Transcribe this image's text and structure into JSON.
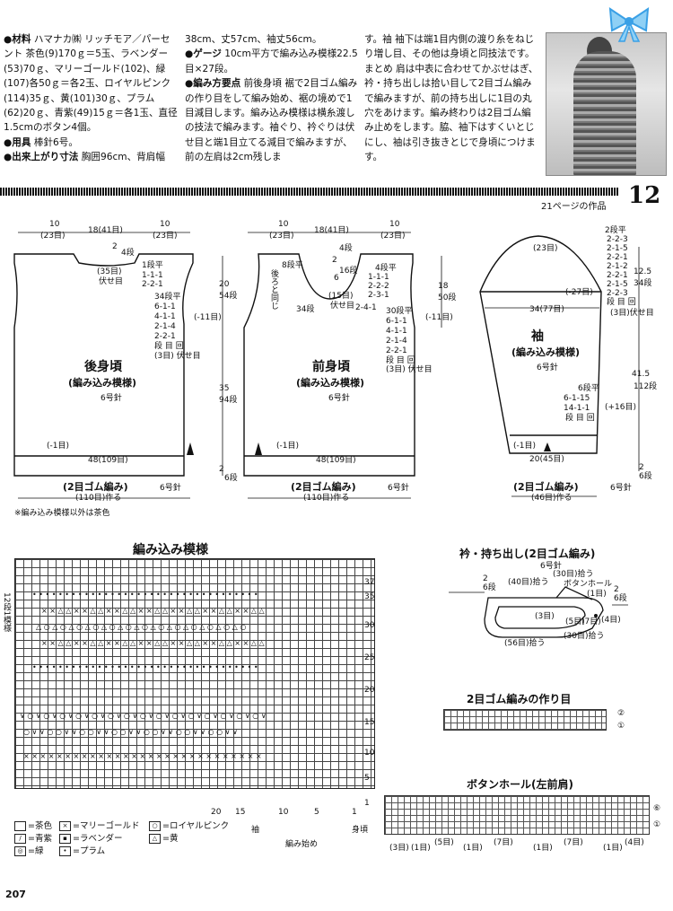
{
  "intro": {
    "col1": [
      {
        "label": "●材料",
        "text": "ハマナカ㈱ リッチモア／パーセント 茶色(9)170ｇ＝5玉、ラベンダー(53)70ｇ、マリーゴールド(102)、緑(107)各50ｇ＝各2玉、ロイヤルピンク(114)35ｇ、黄(101)30ｇ、プラム(62)20ｇ、青紫(49)15ｇ＝各1玉、直径1.5cmのボタン4個。"
      },
      {
        "label": "●用具",
        "text": "棒針6号。"
      },
      {
        "label": "●出来上がり寸法",
        "text": "胸囲96cm、背肩幅"
      }
    ],
    "col2": [
      {
        "label": "",
        "text": "38cm、丈57cm、袖丈56cm。"
      },
      {
        "label": "●ゲージ",
        "text": "10cm平方で編み込み模様22.5目×27段。"
      },
      {
        "label": "●編み方要点",
        "text": "前後身頃 裾で2目ゴム編みの作り目をして編み始め、裾の境めで1目減目します。編み込み模様は横糸渡しの技法で編みます。袖ぐり、衿ぐりは伏せ目と端1目立てる減目で編みますが、前の左肩は2cm残しま"
      }
    ],
    "col3": [
      {
        "label": "",
        "text": "す。袖 袖下は端1目内側の渡り糸をねじり増し目、その他は身頃と同技法です。まとめ 肩は中表に合わせてかぶせはぎ、衿・持ち出しは拾い目して2目ゴム編みで編みますが、前の持ち出しに1目の丸穴をあけます。編み終わりは2目ゴム編み止めをします。脇、袖下はすくいとじにし、袖は引き抜きとじで身頃につけます。"
      }
    ]
  },
  "page_number": "12",
  "page_ref": "21ページの作品",
  "footer_page": "207",
  "back": {
    "title": "後身頃",
    "pattern": "(編み込み模様)",
    "needle": "6号針",
    "top_dims": [
      "10",
      "(23目)",
      "18(41目)",
      "10",
      "(23目)"
    ],
    "neck": [
      "2",
      "4段",
      "(35目)",
      "伏せ目",
      "1段平",
      "1-1-1",
      "2-2-1"
    ],
    "armhole": [
      "34段平",
      "6-1-1",
      "4-1-1",
      "2-1-4",
      "2-2-1",
      "段 目 回",
      "(3目) 伏せ目"
    ],
    "side_dims": [
      "20",
      "54段",
      "35",
      "94段"
    ],
    "side_dec": "(-11目)",
    "bottom_dec": "(-1目)",
    "width": "48(109目)",
    "rib": "(2目ゴム編み)",
    "rib_needle": "6号針",
    "cast_on": "(110目)作る",
    "rib_height": [
      "2",
      "6段"
    ]
  },
  "front": {
    "title": "前身頃",
    "pattern": "(編み込み模様)",
    "needle": "6号針",
    "top_dims": [
      "10",
      "(23目)",
      "18(41目)",
      "10",
      "(23目)"
    ],
    "note_same": "後ろと同じ",
    "neck": [
      "8段平",
      "2",
      "4段",
      "6",
      "16段",
      "(15目)",
      "伏せ目",
      "34段",
      "4段平",
      "1-1-1",
      "2-2-2",
      "2-3-1",
      "2-4-1"
    ],
    "armhole": [
      "30段平",
      "6-1-1",
      "4-1-1",
      "2-1-4",
      "2-2-1",
      "段 目 回",
      "(3目) 伏せ目"
    ],
    "side_dims": [
      "18",
      "50段"
    ],
    "side_dec": "(-11目)",
    "bottom_dec": "(-1目)",
    "width": "48(109目)",
    "rib": "(2目ゴム編み)",
    "rib_needle": "6号針",
    "cast_on": "(110目)作る"
  },
  "sleeve": {
    "title": "袖",
    "pattern": "(編み込み模様)",
    "needle": "6号針",
    "cap": [
      "(23目)",
      "2段平",
      "2-2-3",
      "2-1-5",
      "2-2-1",
      "2-1-2",
      "2-2-1",
      "2-1-5",
      "2-2-3",
      "段 目 回",
      "(-27目)",
      "34(77目)",
      "(3目)伏せ目",
      "12.5",
      "34段"
    ],
    "inc": [
      "6段平",
      "6-1-15",
      "14-1-1",
      "段 目 回",
      "(+16目)"
    ],
    "side_dims": [
      "41.5",
      "112段"
    ],
    "bottom_dec": "(-1目)",
    "width": "20(45目)",
    "rib": "(2目ゴム編み)",
    "rib_needle": "6号針",
    "cast_on": "(46目)作る",
    "rib_height": [
      "2",
      "6段"
    ]
  },
  "note": "※編み込み模様以外は茶色",
  "chart": {
    "title": "編み込み模様",
    "repeat_label": "12段1模様",
    "row_numbers": [
      "37",
      "35",
      "30",
      "25",
      "20",
      "15",
      "10",
      "5",
      "1"
    ],
    "col_numbers": [
      "20",
      "15",
      "10",
      "5",
      "1"
    ],
    "sleeve_label": "袖",
    "body_label": "身頃",
    "start_label": "編み始め"
  },
  "legend": [
    {
      "symbol": "",
      "text": "=茶色"
    },
    {
      "symbol": "×",
      "text": "=マリーゴールド"
    },
    {
      "symbol": "○",
      "text": "=ロイヤルピンク"
    },
    {
      "symbol": "/",
      "text": "=青紫"
    },
    {
      "symbol": "▪",
      "text": "=ラベンダー"
    },
    {
      "symbol": "△",
      "text": "=黄"
    },
    {
      "symbol": "◎",
      "text": "=緑"
    },
    {
      "symbol": "•",
      "text": "=プラム"
    }
  ],
  "collar": {
    "title": "衿・持ち出し(2目ゴム編み)",
    "needle": "6号針",
    "labels": [
      "2",
      "6段",
      "(40目)拾う",
      "(30目)拾う",
      "ボタンホール",
      "(1目)",
      "2",
      "6段",
      "(3目)",
      "(5目)",
      "(7目)",
      "(4目)",
      "(30目)拾う",
      "(56目)拾う"
    ]
  },
  "cast_on_diagram": {
    "title": "2目ゴム編みの作り目",
    "marks": [
      "②",
      "①"
    ]
  },
  "buttonhole": {
    "title": "ボタンホール(左前肩)",
    "labels": [
      "(3目)",
      "(1目)",
      "(5目)",
      "(1目)",
      "(7目)",
      "(1目)",
      "(7目)",
      "(1目)",
      "(4目)"
    ],
    "marks": [
      "⑥",
      "①"
    ]
  },
  "colors": {
    "ink": "#111111",
    "band": "#969696",
    "bow": "#3aa0e6"
  }
}
